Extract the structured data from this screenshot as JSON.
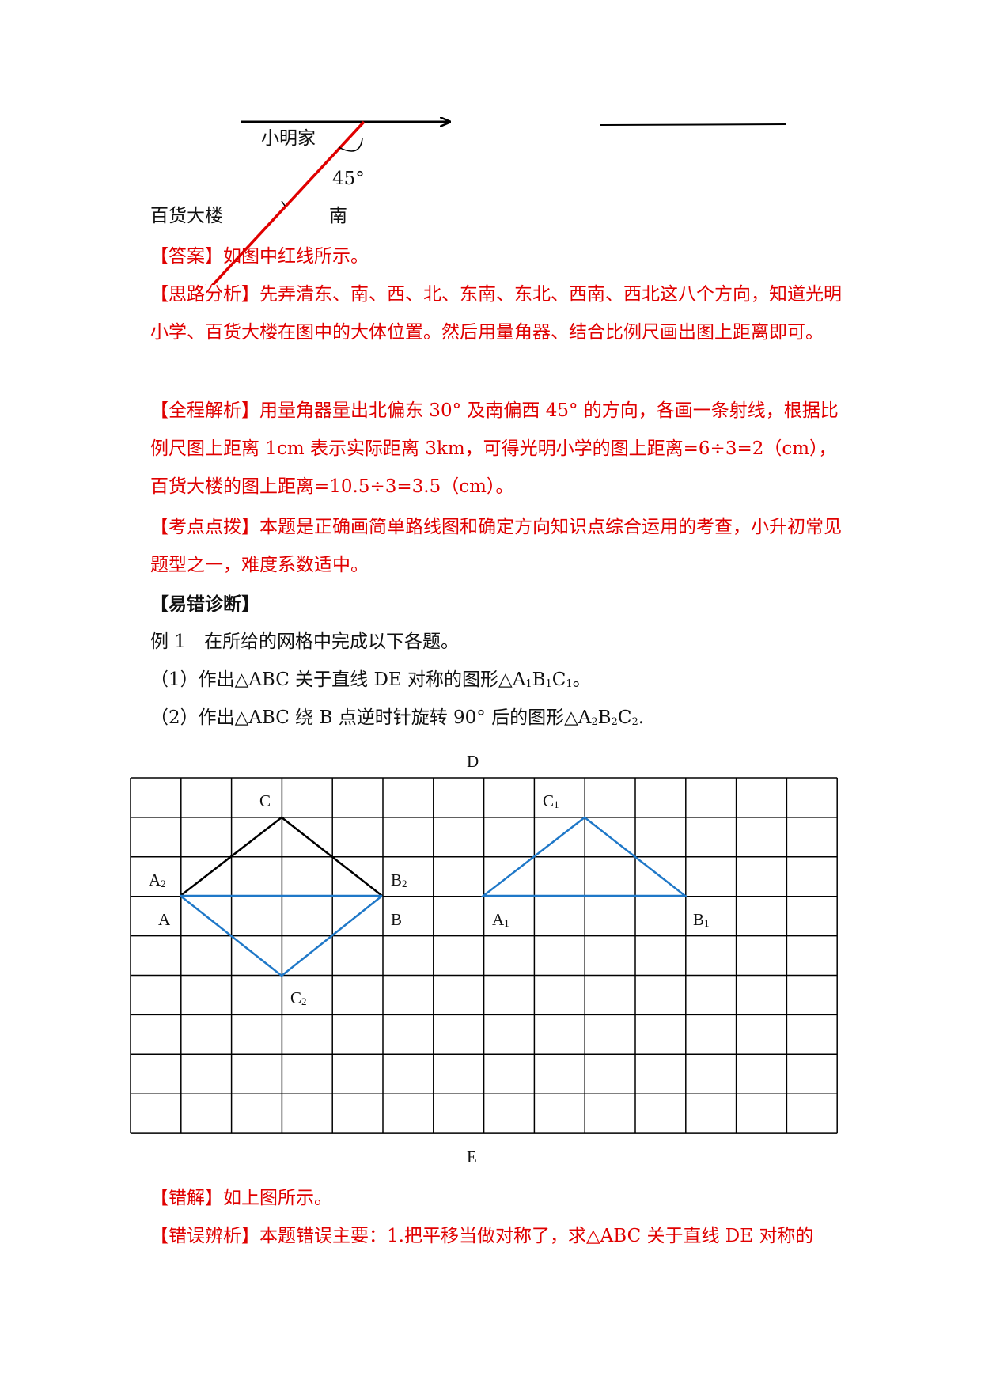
{
  "top_figure": {
    "label_home": "小明家",
    "label_angle": "45°",
    "label_store": "百货大楼",
    "label_south": "南",
    "colors": {
      "answer_line": "#e00000",
      "axis": "#000000"
    }
  },
  "sections": {
    "answer": {
      "tag": "【答案】",
      "text": "如图中红线所示。"
    },
    "analysis": {
      "tag": "【思路分析】",
      "text": "先弄清东、南、西、北、东南、东北、西南、西北这八个方向，知道光明小学、百货大楼在图中的大体位置。然后用量角器、结合比例尺画出图上距离即可。"
    },
    "full": {
      "tag": "【全程解析】",
      "text": "用量角器量出北偏东 30° 及南偏西 45° 的方向，各画一条射线，根据比例尺图上距离 1cm 表示实际距离 3km，可得光明小学的图上距离=6÷3=2（cm），百货大楼的图上距离=10.5÷3=3.5（cm）。"
    },
    "key": {
      "tag": "【考点点拨】",
      "text": "本题是正确画简单路线图和确定方向知识点综合运用的考查，小升初常见题型之一，难度系数适中。"
    },
    "diag_title": "【易错诊断】",
    "example_line": "例 1　在所给的网格中完成以下各题。",
    "q1_prefix": "（1）作出△ABC 关于直线 DE 对称的图形△A",
    "q1_suffix": "。",
    "q2_prefix": "（2）作出△ABC 绕 B 点逆时针旋转 90° 后的图形△A",
    "q2_suffix": ".",
    "sub1": "1",
    "sub2": "2",
    "B": "B",
    "C": "C",
    "wrong": {
      "tag": "【错解】",
      "text": "如上图所示。"
    },
    "err": {
      "tag": "【错误辨析】",
      "text": "本题错误主要：1.把平移当做对称了，求△ABC 关于直线 DE 对称的"
    }
  },
  "grid_figure": {
    "label_D": "D",
    "label_E": "E",
    "label_A": "A",
    "label_B": "B",
    "label_C": "C",
    "label_A1": "A",
    "label_B1": "B",
    "label_C1": "C",
    "label_A2": "A",
    "label_B2": "B",
    "label_C2": "C",
    "sub_1": "1",
    "sub_2": "2",
    "cols": 14,
    "rows": 9,
    "colors": {
      "original": "#000000",
      "drawn": "#1f78c8"
    }
  }
}
